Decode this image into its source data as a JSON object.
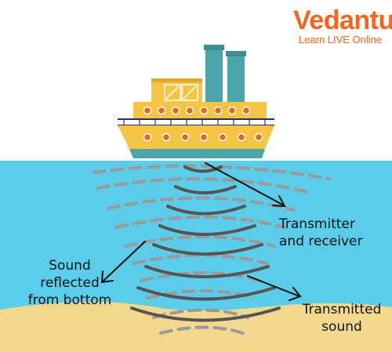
{
  "brand": {
    "name": "Vedantu",
    "tagline": "Learn LIVE Online",
    "color": "#f26522"
  },
  "labels": {
    "transmitter": [
      "Transmitter",
      "and receiver"
    ],
    "reflected": [
      "Sound",
      "reflected",
      "from bottom"
    ],
    "transmitted": [
      "Transmitted",
      "sound"
    ]
  },
  "colors": {
    "sea": "#5bcdea",
    "sand": "#f4d890",
    "hull": "#f6c544",
    "funnel": "#4aa6a8",
    "waves_solid": "#555555",
    "waves_dashed": "#9a9a9a"
  }
}
